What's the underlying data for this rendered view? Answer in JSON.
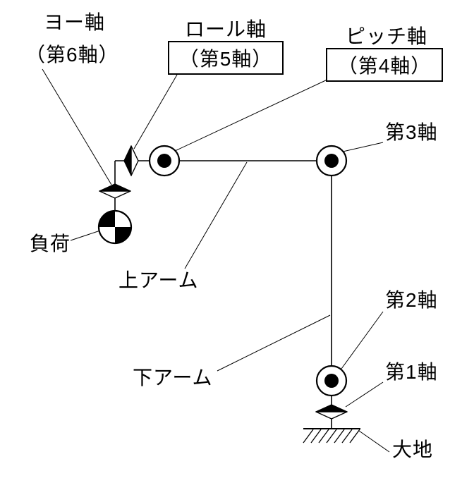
{
  "diagram": {
    "title": "robot-six-axis-kinematic-diagram",
    "labels": {
      "yaw_axis": "ヨー軸",
      "yaw_axis_sub": "（第6軸）",
      "roll_axis": "ロール軸",
      "roll_axis_sub": "（第5軸）",
      "pitch_axis": "ピッチ軸",
      "pitch_axis_sub": "（第4軸）",
      "axis3": "第3軸",
      "load": "負荷",
      "upper_arm": "上アーム",
      "axis2": "第2軸",
      "lower_arm": "下アーム",
      "axis1": "第1軸",
      "ground": "大地"
    },
    "colors": {
      "line": "#000000",
      "fill": "#000000",
      "background": "#ffffff"
    }
  }
}
